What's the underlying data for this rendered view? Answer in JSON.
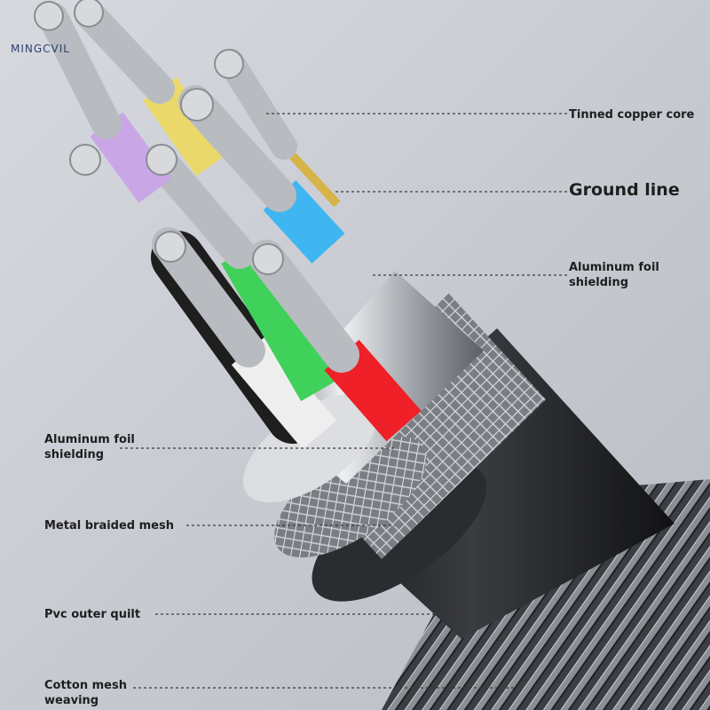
{
  "brand": {
    "name": "MINGCVIL"
  },
  "labels": {
    "tinned_copper_core": "Tinned copper core",
    "ground_line": "Ground line",
    "aluminum_foil_right": {
      "line1": "Aluminum foil",
      "line2": "shielding"
    },
    "aluminum_foil_left": {
      "line1": "Aluminum foil",
      "line2": "shielding"
    },
    "metal_braided_mesh": "Metal braided mesh",
    "pvc_outer_quilt": "Pvc outer quilt",
    "cotton_mesh_weaving": {
      "line1": "Cotton mesh",
      "line2": "weaving"
    }
  },
  "colors": {
    "background": "#c9ccd3",
    "wire_purple": "#c9a6e6",
    "wire_yellow": "#ebd86a",
    "wire_blue": "#3fb6f2",
    "wire_green": "#3fd15a",
    "wire_red": "#ef2027",
    "wire_white": "#f0f0f0",
    "wire_black": "#1e1e1e",
    "pvc_jacket": "#202225",
    "aluminum": "#b9bcc2"
  }
}
